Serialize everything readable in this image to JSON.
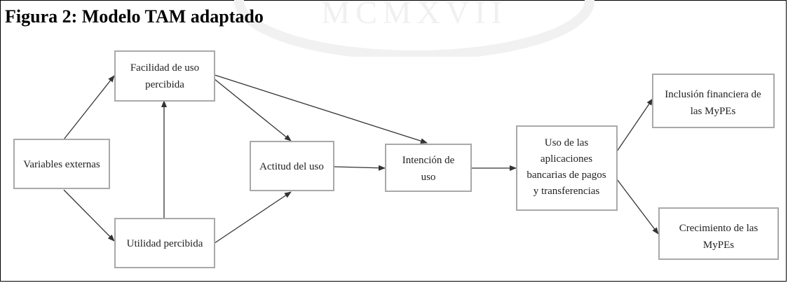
{
  "figure": {
    "title": "Figura 2: Modelo TAM adaptado"
  },
  "watermark": {
    "text": "MCMXVII"
  },
  "nodes": {
    "variables_externas": {
      "lines": [
        "Variables externas"
      ]
    },
    "facilidad_uso": {
      "lines": [
        "Facilidad de uso",
        "percibida"
      ]
    },
    "utilidad_percibida": {
      "lines": [
        "Utilidad percibida"
      ]
    },
    "actitud_uso": {
      "lines": [
        "Actitud del uso"
      ]
    },
    "intencion_uso": {
      "lines": [
        "Intención de",
        "uso"
      ]
    },
    "uso_aplicaciones": {
      "lines": [
        "Uso de las",
        "aplicaciones",
        "bancarias de pagos",
        "y transferencias"
      ]
    },
    "inclusion_financiera": {
      "lines": [
        "Inclusión financiera de",
        "las MyPEs"
      ]
    },
    "crecimiento_mypes": {
      "lines": [
        "Crecimiento de las",
        "MyPEs"
      ]
    }
  },
  "edges": [
    {
      "from": "variables_externas",
      "to": "facilidad_uso"
    },
    {
      "from": "variables_externas",
      "to": "utilidad_percibida"
    },
    {
      "from": "utilidad_percibida",
      "to": "facilidad_uso"
    },
    {
      "from": "facilidad_uso",
      "to": "actitud_uso"
    },
    {
      "from": "facilidad_uso",
      "to": "intencion_uso"
    },
    {
      "from": "utilidad_percibida",
      "to": "actitud_uso"
    },
    {
      "from": "actitud_uso",
      "to": "intencion_uso"
    },
    {
      "from": "intencion_uso",
      "to": "uso_aplicaciones"
    },
    {
      "from": "uso_aplicaciones",
      "to": "inclusion_financiera"
    },
    {
      "from": "uso_aplicaciones",
      "to": "crecimiento_mypes"
    }
  ]
}
